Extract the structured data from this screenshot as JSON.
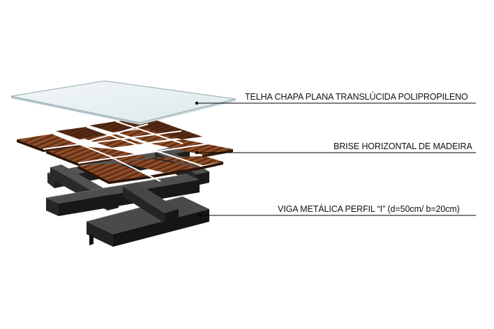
{
  "diagram": {
    "layers": [
      {
        "id": "roof",
        "label": "TELHA CHAPA PLANA TRANSLÚCIDA POLIPROPILENO"
      },
      {
        "id": "brise",
        "label": "BRISE HORIZONTAL DE MADEIRA"
      },
      {
        "id": "beam",
        "label": "VIGA METÁLICA PERFIL “I” (d=50cm/ b=20cm)"
      }
    ],
    "colors": {
      "roof_fill": "#e9f1f3",
      "roof_edge": "#9db2b8",
      "wood_light": "#8a4a25",
      "wood_dark": "#3b1d0d",
      "steel_top": "#4a4a4a",
      "steel_side": "#1f1f1f",
      "leader": "#000000"
    }
  }
}
